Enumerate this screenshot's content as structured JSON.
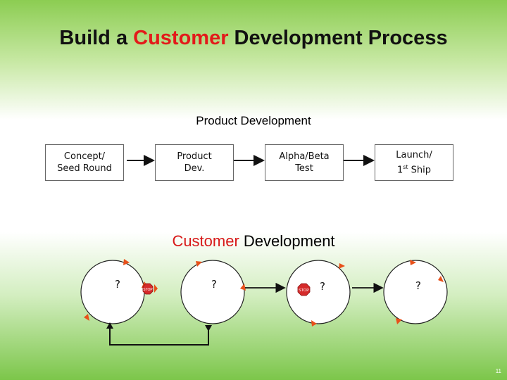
{
  "title": {
    "part1": "Build a ",
    "accent": "Customer",
    "part2": " Development Process"
  },
  "product_development": {
    "label": "Product Development",
    "steps": [
      {
        "line1": "Concept/",
        "line2": "Seed Round",
        "sup": "",
        "rest": ""
      },
      {
        "line1": "Product",
        "line2": "Dev.",
        "sup": "",
        "rest": ""
      },
      {
        "line1": "Alpha/Beta",
        "line2": "Test",
        "sup": "",
        "rest": ""
      },
      {
        "line1": "Launch/",
        "line2": "1",
        "sup": "st",
        "rest": " Ship"
      }
    ]
  },
  "customer_development": {
    "label_accent": "Customer",
    "label_rest": " Development",
    "steps": [
      "?",
      "?",
      "?",
      "?"
    ],
    "stop_sign_text": "STOP"
  },
  "colors": {
    "accent_red": "#e31a1a",
    "arrow_head": "#e8501a",
    "stop_sign": "#d52b2b"
  },
  "page_number": "11"
}
